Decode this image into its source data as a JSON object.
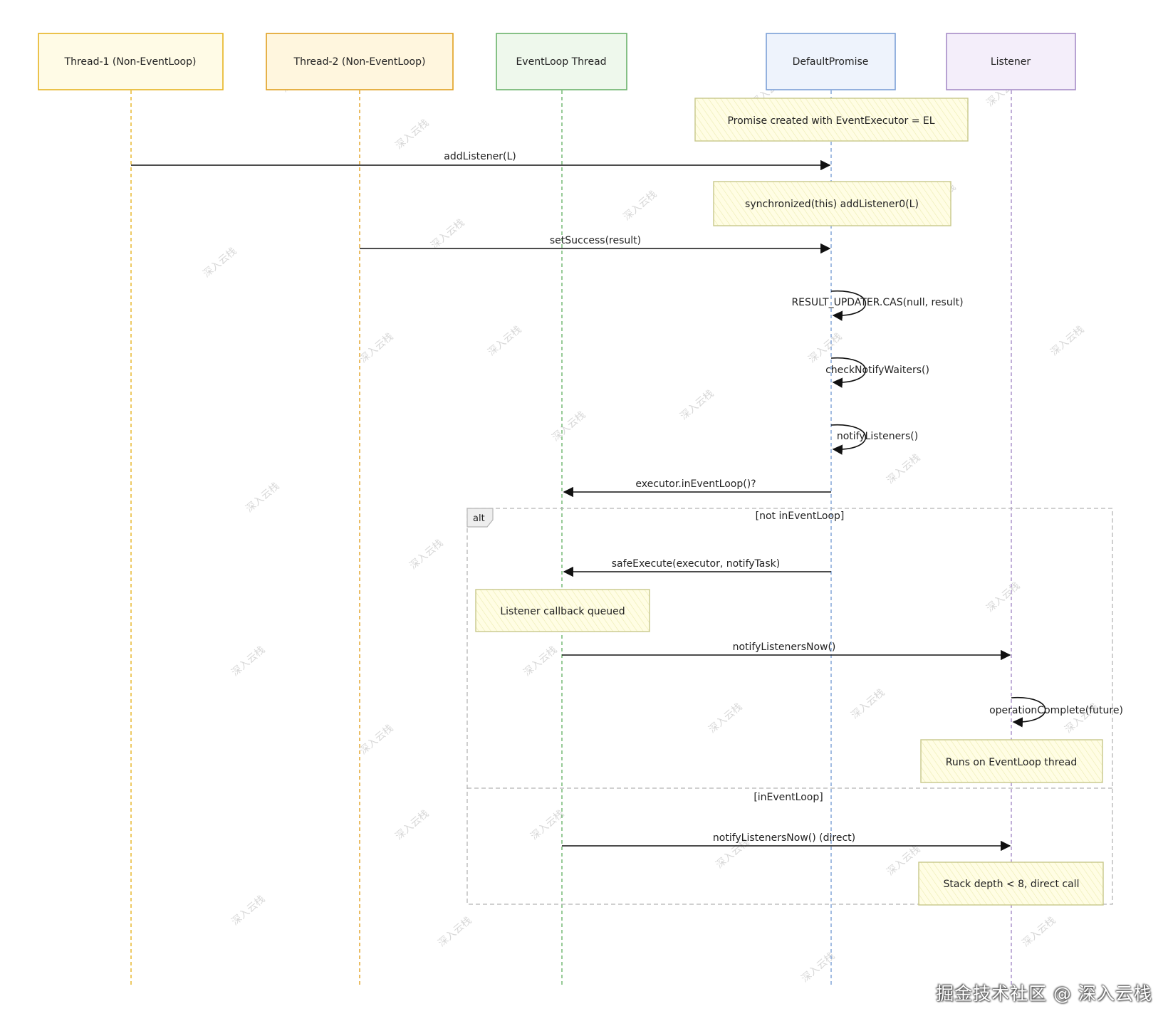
{
  "participants": [
    {
      "id": "t1",
      "label": "Thread-1 (Non-EventLoop)",
      "color": "#e6b422",
      "fill": "#fffbe6"
    },
    {
      "id": "t2",
      "label": "Thread-2 (Non-EventLoop)",
      "color": "#e0a020",
      "fill": "#fff6de"
    },
    {
      "id": "el",
      "label": "EventLoop Thread",
      "color": "#6ab36a",
      "fill": "#eef8ec"
    },
    {
      "id": "dp",
      "label": "DefaultPromise",
      "color": "#7b9fd6",
      "fill": "#eef3fc"
    },
    {
      "id": "li",
      "label": "Listener",
      "color": "#a68cc7",
      "fill": "#f4eefa"
    }
  ],
  "notes": [
    {
      "text": "Promise created with EventExecutor = EL"
    },
    {
      "text": "synchronized(this) addListener0(L)"
    },
    {
      "text": "Listener callback queued"
    },
    {
      "text": "Runs on EventLoop thread"
    },
    {
      "text": "Stack depth < 8, direct call"
    }
  ],
  "messages": [
    {
      "text": "addListener(L)",
      "from": "t1",
      "to": "dp"
    },
    {
      "text": "setSuccess(result)",
      "from": "t2",
      "to": "dp"
    },
    {
      "text": "RESULT_UPDATER.CAS(null, result)",
      "from": "dp",
      "to": "dp"
    },
    {
      "text": "checkNotifyWaiters()",
      "from": "dp",
      "to": "dp"
    },
    {
      "text": "notifyListeners()",
      "from": "dp",
      "to": "dp"
    },
    {
      "text": "executor.inEventLoop()?",
      "from": "dp",
      "to": "el"
    },
    {
      "text": "safeExecute(executor, notifyTask)",
      "from": "dp",
      "to": "el"
    },
    {
      "text": "notifyListenersNow()",
      "from": "el",
      "to": "li"
    },
    {
      "text": "operationComplete(future)",
      "from": "li",
      "to": "li"
    },
    {
      "text": "notifyListenersNow() (direct)",
      "from": "el",
      "to": "li"
    }
  ],
  "alt": {
    "tag": "alt",
    "guard1": "[not inEventLoop]",
    "guard2": "[inEventLoop]"
  },
  "watermark": "深入云栈",
  "footer": "掘金技术社区 @ 深入云栈"
}
